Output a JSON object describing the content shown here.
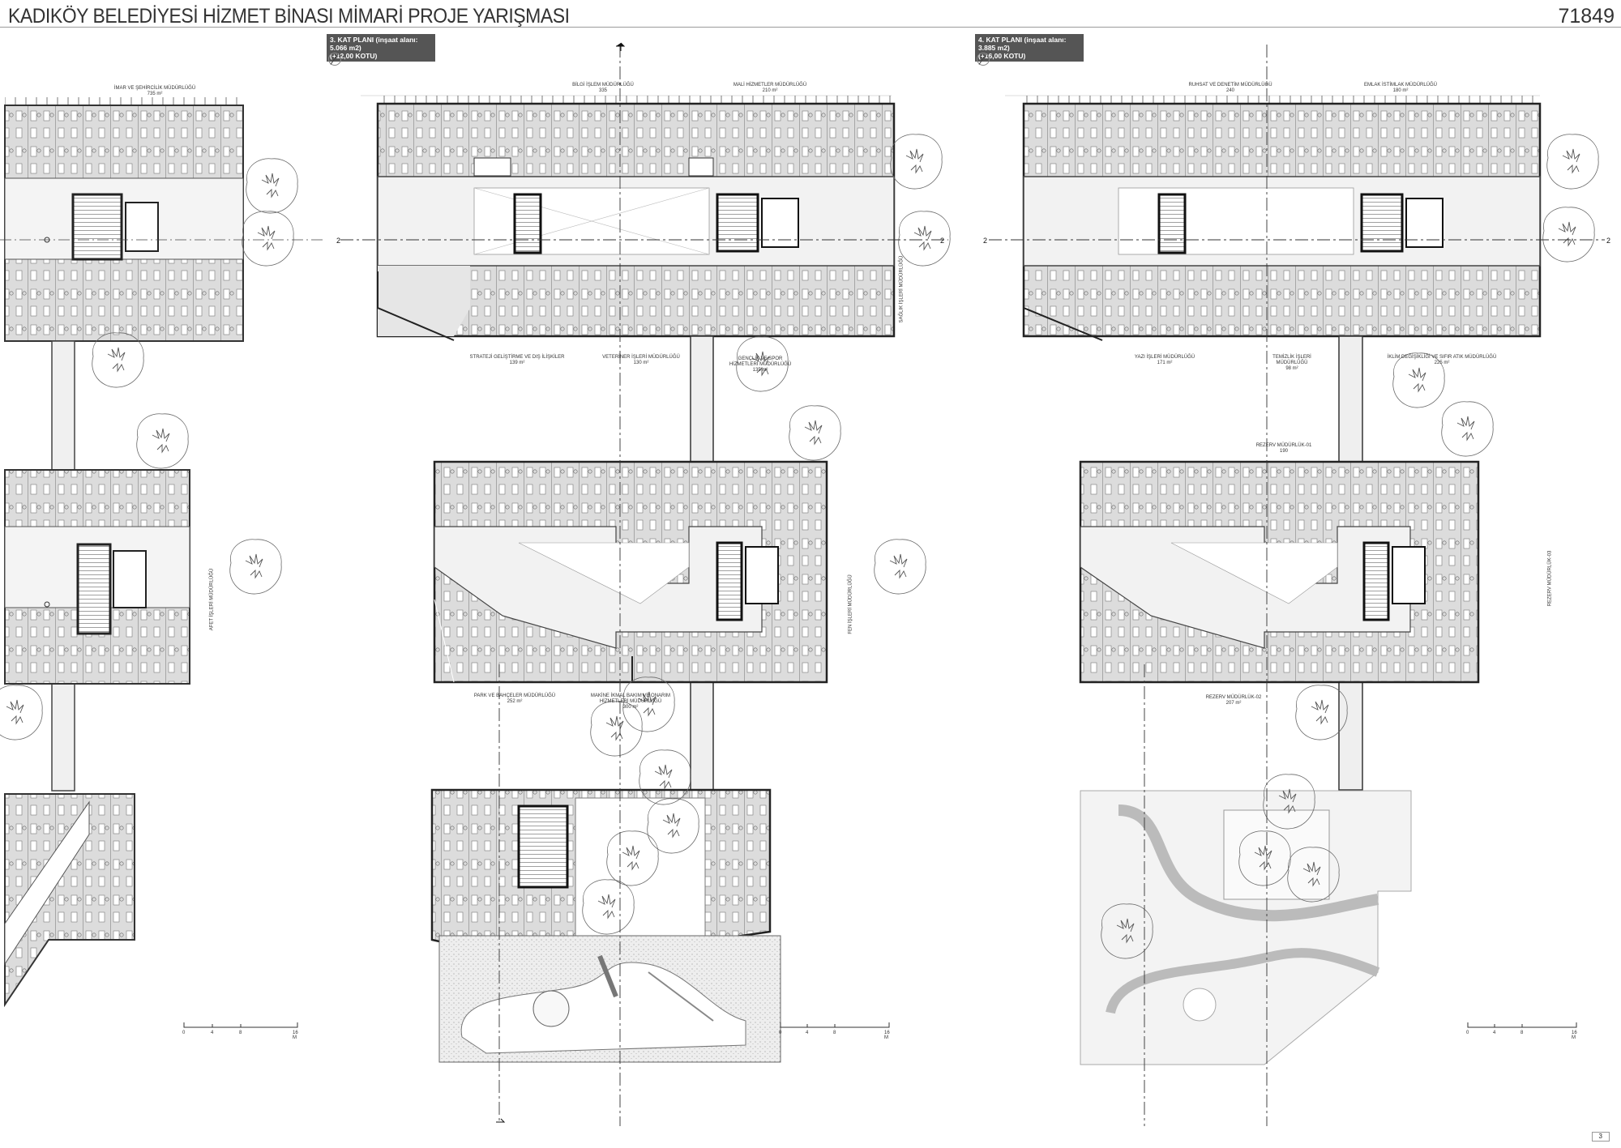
{
  "header": {
    "title": "KADIKÖY BELEDİYESİ HİZMET BİNASI MİMARİ PROJE YARIŞMASI",
    "project_number": "71849"
  },
  "plans": [
    {
      "title": "3. KAT PLANI (inşaat alanı: 5.066 m2)",
      "level": "(+12,00 KOTU)"
    },
    {
      "title": "4. KAT PLANI (inşaat alanı: 3.885 m2)",
      "level": "(+16,00 KOTU)"
    }
  ],
  "left_plan_labels": [
    {
      "name": "İMAR VE ŞEHİRCİLİK MÜDÜRLÜĞÜ",
      "area": "735 m²"
    },
    {
      "name": "AFET İŞLERİ MÜDÜRLÜĞÜ",
      "area": ""
    }
  ],
  "floor3_labels": [
    {
      "name": "BİLGİ İŞLEM MÜDÜRLÜĞÜ",
      "area": "335"
    },
    {
      "name": "MALİ HİZMETLER MÜDÜRLÜĞÜ",
      "area": "210 m²"
    },
    {
      "name": "STRATEJİ GELİŞTİRME VE DIŞ İLİŞKİLER",
      "area": "139 m²"
    },
    {
      "name": "VETERİNER İŞLERİ MÜDÜRLÜĞÜ",
      "area": "130 m²"
    },
    {
      "name": "GENÇLİK VE SPOR HİZMETLERİ MÜDÜRLÜĞÜ",
      "area": "135 m²"
    },
    {
      "name": "PARK VE BAHÇELER MÜDÜRLÜĞÜ",
      "area": "252 m²"
    },
    {
      "name": "MAKİNE İKMAL BAKIM VE ONARIM HİZMETLERİ MÜDÜRLÜĞÜ",
      "area": "300 m²"
    },
    {
      "name": "SAĞLIK İŞLERİ MÜDÜRLÜĞÜ",
      "area": ""
    },
    {
      "name": "FEN İŞLERİ MÜDÜRLÜĞÜ",
      "area": ""
    }
  ],
  "floor4_labels": [
    {
      "name": "RUHSAT VE DENETİM MÜDÜRLÜĞÜ",
      "area": "240"
    },
    {
      "name": "EMLAK İSTİMLAK MÜDÜRLÜĞÜ",
      "area": "180 m²"
    },
    {
      "name": "YAZI İŞLERİ MÜDÜRLÜĞÜ",
      "area": "171 m²"
    },
    {
      "name": "TEMİZLİK İŞLERİ MÜDÜRLÜĞÜ",
      "area": "98 m²"
    },
    {
      "name": "İKLİM DEĞİŞİKLİĞİ VE SIFIR ATIK MÜDÜRLÜĞÜ",
      "area": "225 m²"
    },
    {
      "name": "REZERV MÜDÜRLÜK-01",
      "area": "190"
    },
    {
      "name": "REZERV MÜDÜRLÜK-02",
      "area": "207 m²"
    },
    {
      "name": "REZERV MÜDÜRLÜK-03",
      "area": ""
    }
  ],
  "scale_bar": {
    "ticks": [
      "0",
      "4",
      "8",
      "16 M"
    ]
  },
  "sheet_number": "3"
}
